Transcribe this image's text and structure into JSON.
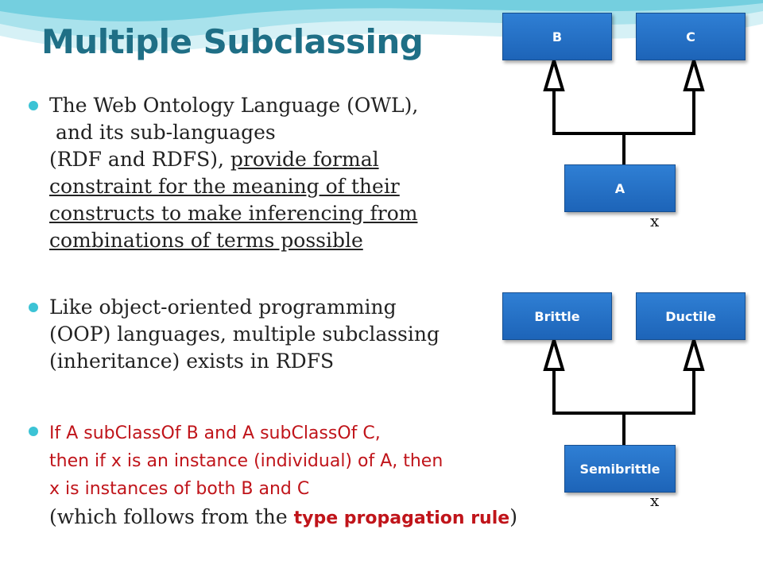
{
  "title": "Multiple Subclassing",
  "bullets": [
    {
      "lines": [
        {
          "plain": "The Web Ontology Language (OWL),",
          "underlined": ""
        },
        {
          "plain": " and its sub-languages",
          "underlined": ""
        },
        {
          "plain": "(RDF and RDFS), ",
          "underlined": "provide formal"
        },
        {
          "plain": "",
          "underlined": "constraint for the meaning of their"
        },
        {
          "plain": "",
          "underlined": "constructs to make inferencing from"
        },
        {
          "plain": "",
          "underlined": "combinations of terms possible"
        }
      ]
    },
    {
      "lines": [
        "Like object-oriented programming",
        "(OOP) languages, multiple subclassing",
        "(inheritance) exists in RDFS"
      ]
    },
    {
      "red_lines": [
        "If A subClassOf B and A subClassOf C,",
        "then if x is an instance (individual) of A, then",
        "x is instances of both B and C"
      ],
      "last_line_prefix": "(which follows from the ",
      "last_line_highlight": "type propagation rule",
      "last_line_suffix": ")"
    }
  ],
  "diagram1": {
    "parent_left": "B",
    "parent_right": "C",
    "child": "A",
    "instance": "x"
  },
  "diagram2": {
    "parent_left": "Brittle",
    "parent_right": "Ductile",
    "child": "Semibrittle",
    "instance": "x"
  },
  "colors": {
    "title": "#1f6f86",
    "box": "#1d64b8",
    "bullet": "#3cc3d5",
    "highlight": "#c0141a"
  }
}
